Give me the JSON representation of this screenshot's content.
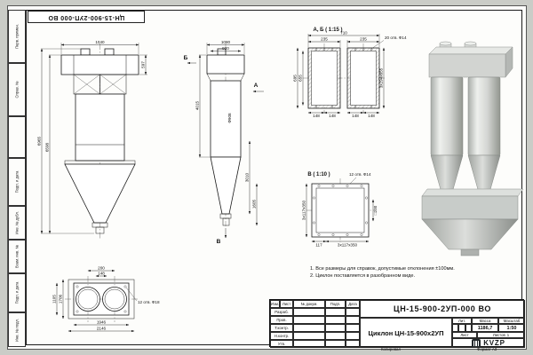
{
  "doc": {
    "designation": "ЦН-15-900-2УП-000 ВО",
    "title": "Циклон ЦН-15-900х2УП",
    "mass_label": "Масса",
    "mass": "1186,7",
    "scale_label": "Масштаб",
    "scale": "1:50",
    "lit_label": "Лит.",
    "sheet_label": "Лист",
    "sheets_label": "Листов",
    "sheets_value": "1",
    "copied_label": "Копировал",
    "format_label": "Формат А3",
    "logo": "KVZP",
    "header_cols": [
      "Изм.",
      "Лист",
      "№ докум.",
      "Подп.",
      "Дата"
    ],
    "sign_rows": [
      "Разраб.",
      "Пров.",
      "Т.контр.",
      "Н.контр.",
      "Утв."
    ]
  },
  "margins": {
    "left_labels": [
      "Перв. примен.",
      "Справ. №",
      "Подп. и дата",
      "Инв. № дубл.",
      "Взам. инв. №",
      "Подп. и дата",
      "Инв. № подл."
    ]
  },
  "notes": {
    "line1": "1. Все размеры для справок, допустимые отклонения ±100мм.",
    "line2": "2. Циклон поставляется в разобранном виде."
  },
  "views": {
    "front": {
      "dim_width": "1040",
      "dim_597": "597",
      "dim_6965": "6965",
      "dim_6598": "6598"
    },
    "side": {
      "dim_1080": "1080",
      "dim_920": "920",
      "dim_4015": "4015",
      "dia": "Ф908",
      "dim_3010": "3010",
      "dim_1605": "1605",
      "arrow_a": "А",
      "arrow_b": "Б",
      "arrow_v": "В"
    },
    "section_ab": {
      "title": "А, Б ( 1:15 )",
      "dim_710": "710",
      "dim_235a": "235",
      "dim_235b": "235",
      "holes": "20 отв. Ф14",
      "dim_695": "695",
      "dim_655": "655",
      "dim_148": "148",
      "dim_right": "3х294х655"
    },
    "view_v": {
      "title": "В ( 1:10 )",
      "holes": "12 отв. Ф14",
      "dim_117": "117",
      "dim_3x117": "3х117х350",
      "dim_200": "□200"
    },
    "plan": {
      "dim_200": "200",
      "dim_148": "148",
      "holes": "12 отв. Ф18",
      "dim_1946": "1946",
      "dim_2146": "2146",
      "dim_1706": "1706",
      "dim_1105": "1105"
    }
  }
}
